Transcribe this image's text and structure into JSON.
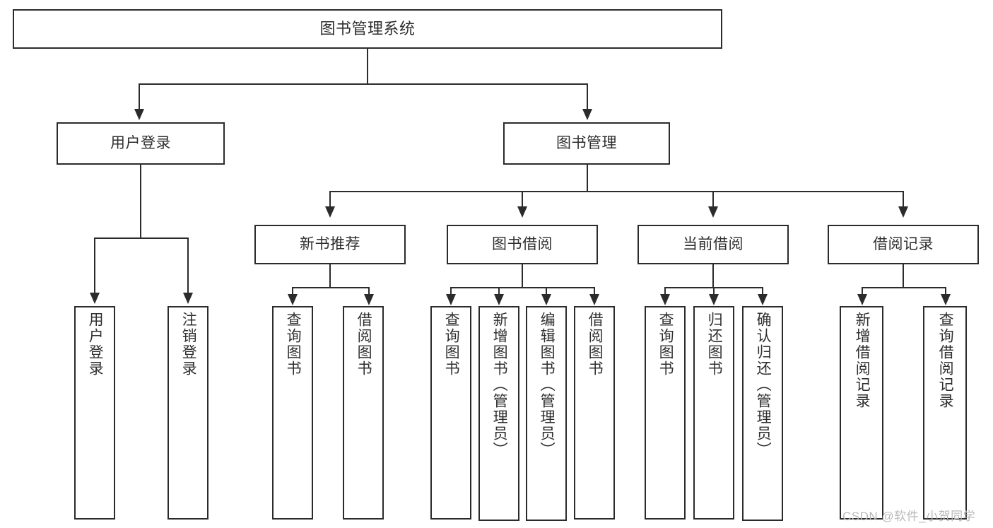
{
  "diagram": {
    "title": "图书管理系统",
    "type": "hierarchy-tree",
    "root": {
      "id": "root",
      "label": "图书管理系统"
    },
    "level2": [
      {
        "id": "user-login",
        "label": "用户登录"
      },
      {
        "id": "book-manage",
        "label": "图书管理"
      }
    ],
    "level3": [
      {
        "id": "new-book-rec",
        "label": "新书推荐",
        "parent": "book-manage"
      },
      {
        "id": "book-borrow",
        "label": "图书借阅",
        "parent": "book-manage"
      },
      {
        "id": "current-borrow",
        "label": "当前借阅",
        "parent": "book-manage"
      },
      {
        "id": "borrow-record",
        "label": "借阅记录",
        "parent": "book-manage"
      }
    ],
    "leaves": [
      {
        "id": "leaf-user-login",
        "label": "用户登录",
        "parent": "user-login"
      },
      {
        "id": "leaf-user-logout",
        "label": "注销登录",
        "parent": "user-login"
      },
      {
        "id": "leaf-rec-query",
        "label": "查询图书",
        "parent": "new-book-rec"
      },
      {
        "id": "leaf-rec-borrow",
        "label": "借阅图书",
        "parent": "new-book-rec"
      },
      {
        "id": "leaf-borrow-query",
        "label": "查询图书",
        "parent": "book-borrow"
      },
      {
        "id": "leaf-borrow-add",
        "label": "新增图书（管理员）",
        "parent": "book-borrow"
      },
      {
        "id": "leaf-borrow-edit",
        "label": "编辑图书（管理员）",
        "parent": "book-borrow"
      },
      {
        "id": "leaf-borrow-lend",
        "label": "借阅图书",
        "parent": "book-borrow"
      },
      {
        "id": "leaf-cur-query",
        "label": "查询图书",
        "parent": "current-borrow"
      },
      {
        "id": "leaf-cur-return",
        "label": "归还图书",
        "parent": "current-borrow"
      },
      {
        "id": "leaf-cur-confirm",
        "label": "确认归还（管理员）",
        "parent": "current-borrow"
      },
      {
        "id": "leaf-rec-add",
        "label": "新增借阅记录",
        "parent": "borrow-record"
      },
      {
        "id": "leaf-rec-search",
        "label": "查询借阅记录",
        "parent": "borrow-record"
      }
    ]
  },
  "watermark": {
    "text": "CSDN @软件_小贺同学"
  },
  "colors": {
    "stroke": "#2b2b2b",
    "text": "#2f2f2f",
    "background": "#ffffff",
    "watermark": "#b9b9b9"
  }
}
